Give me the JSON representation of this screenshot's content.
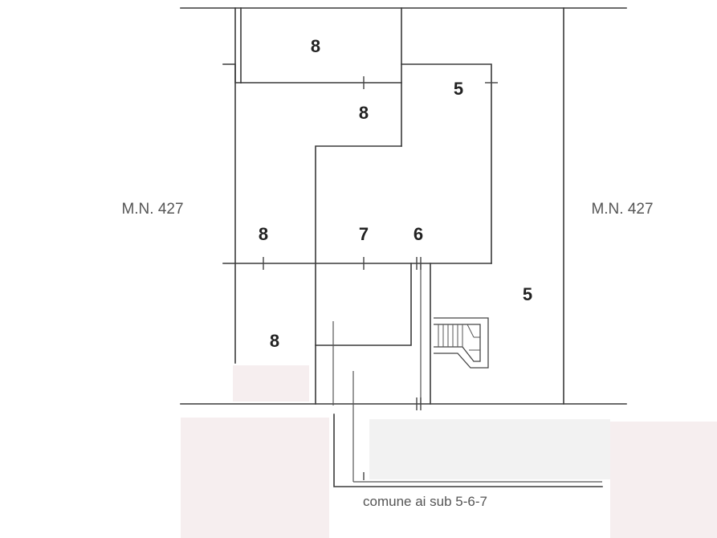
{
  "parcels": {
    "left": "M.N. 427",
    "right": "M.N. 427"
  },
  "rooms": {
    "top_left": "8",
    "upper_center": "8",
    "upper_right": "5",
    "middle_left": "8",
    "middle_center": "7",
    "middle_right": "6",
    "lower_right": "5",
    "lower_left": "8"
  },
  "note": "comune ai sub 5-6-7"
}
